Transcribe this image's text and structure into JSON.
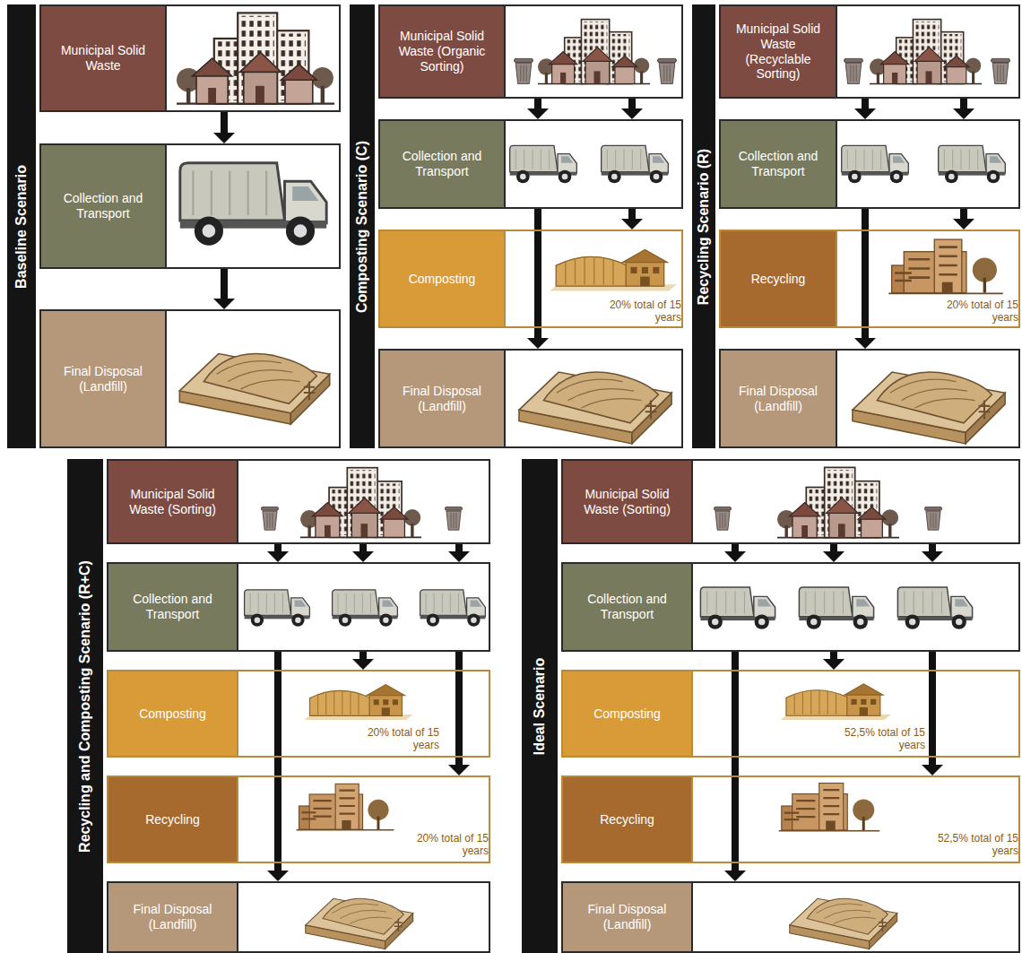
{
  "diagram": {
    "nodes": [
      {
        "text": [
          "Baseline Scenario"
        ]
      },
      {
        "text": [
          "Municipal Solid Waste"
        ],
        "in": 0
      },
      {
        "text": [
          "Collection and Transport"
        ],
        "in": 0
      },
      {
        "text": [
          "Final Disposal (Landfill)"
        ],
        "in": 0
      },
      {
        "text": [
          "Composting Scenario (C)"
        ]
      },
      {
        "text": [
          "Municipal Solid Waste (Organic Sorting)"
        ],
        "in": 4
      },
      {
        "text": [
          "Collection and Transport"
        ],
        "in": 4
      },
      {
        "text": [
          "Composting",
          "20% total of 15 years"
        ],
        "in": 4
      },
      {
        "text": [
          "Final Disposal (Landfill)"
        ],
        "in": 4
      },
      {
        "text": [
          "Recycling Scenario (R)"
        ]
      },
      {
        "text": [
          "Municipal Solid Waste (Recyclable Sorting)"
        ],
        "in": 9
      },
      {
        "text": [
          "Collection and Transport"
        ],
        "in": 9
      },
      {
        "text": [
          "Recycling",
          "20% total of 15 years"
        ],
        "in": 9
      },
      {
        "text": [
          "Final Disposal (Landfill)"
        ],
        "in": 9
      },
      {
        "text": [
          "Recycling and Composting Scenario (R+C)"
        ]
      },
      {
        "text": [
          "Municipal Solid Waste (Sorting)"
        ],
        "in": 14
      },
      {
        "text": [
          "Collection and Transport"
        ],
        "in": 14
      },
      {
        "text": [
          "Composting",
          "20% total of 15 years"
        ],
        "in": 14
      },
      {
        "text": [
          "Recycling",
          "20% total of 15 years"
        ],
        "in": 14
      },
      {
        "text": [
          "Final Disposal (Landfill)"
        ],
        "in": 14
      },
      {
        "text": [
          "Ideal Scenario"
        ]
      },
      {
        "text": [
          "Municipal Solid Waste (Sorting)"
        ],
        "in": 20
      },
      {
        "text": [
          "Collection and Transport"
        ],
        "in": 20
      },
      {
        "text": [
          "Composting",
          "52,5% total of 15 years"
        ],
        "in": 20
      },
      {
        "text": [
          "Recycling",
          "52,5% total of 15 years"
        ],
        "in": 20
      },
      {
        "text": [
          "Final Disposal (Landfill)"
        ],
        "in": 20
      }
    ],
    "edges": [
      {
        "from": 1,
        "to": 2,
        "arrow": "to"
      },
      {
        "from": 2,
        "to": 3,
        "arrow": "to"
      },
      {
        "from": 5,
        "to": 6,
        "arrow": "to"
      },
      {
        "from": 5,
        "to": 6,
        "arrow": "to"
      },
      {
        "from": 6,
        "to": 8,
        "arrow": "to"
      },
      {
        "from": 6,
        "to": 7,
        "arrow": "to"
      },
      {
        "from": 10,
        "to": 11,
        "arrow": "to"
      },
      {
        "from": 10,
        "to": 11,
        "arrow": "to"
      },
      {
        "from": 11,
        "to": 13,
        "arrow": "to"
      },
      {
        "from": 11,
        "to": 12,
        "arrow": "to"
      },
      {
        "from": 15,
        "to": 16,
        "arrow": "to"
      },
      {
        "from": 15,
        "to": 16,
        "arrow": "to"
      },
      {
        "from": 15,
        "to": 16,
        "arrow": "to"
      },
      {
        "from": 16,
        "to": 19,
        "arrow": "to"
      },
      {
        "from": 16,
        "to": 17,
        "arrow": "to"
      },
      {
        "from": 16,
        "to": 18,
        "arrow": "to"
      },
      {
        "from": 21,
        "to": 22,
        "arrow": "to"
      },
      {
        "from": 21,
        "to": 22,
        "arrow": "to"
      },
      {
        "from": 21,
        "to": 22,
        "arrow": "to"
      },
      {
        "from": 22,
        "to": 25,
        "arrow": "to"
      },
      {
        "from": 22,
        "to": 23,
        "arrow": "to"
      },
      {
        "from": 22,
        "to": 24,
        "arrow": "to"
      }
    ]
  }
}
